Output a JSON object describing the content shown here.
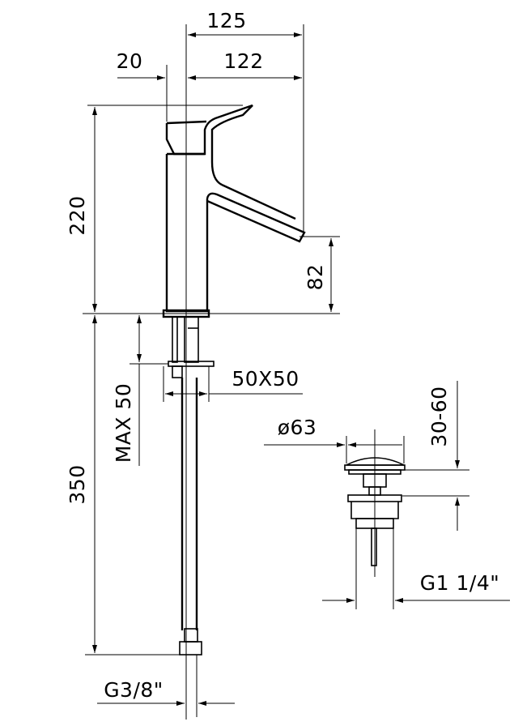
{
  "dimensions": {
    "overall_reach": "125",
    "offset_left": "20",
    "spout_reach": "122",
    "body_height": "220",
    "spout_clearance": "82",
    "max_deck_thickness": "MAX 50",
    "hole_size": "50X50",
    "hose_length": "350",
    "hose_connection": "G3/8\"",
    "waste_diameter": "ø63",
    "waste_adjust": "30-60",
    "waste_thread": "G1 1/4\""
  },
  "colors": {
    "line": "#000000",
    "background": "#ffffff"
  }
}
